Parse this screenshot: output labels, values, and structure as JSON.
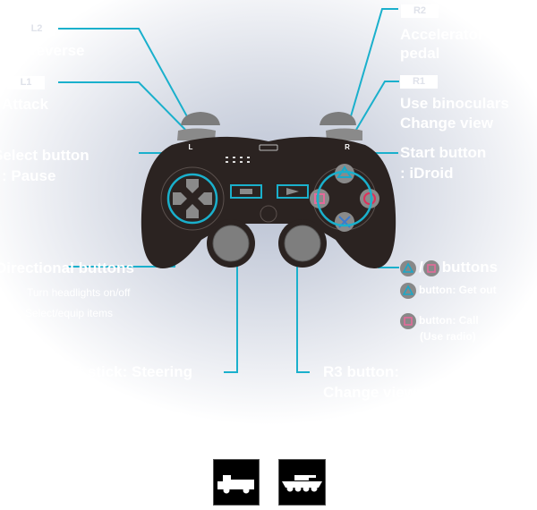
{
  "left": {
    "l2": {
      "label": "L2",
      "action": "Brake/reverse"
    },
    "l1": {
      "label": "L1",
      "action": "Attack"
    },
    "select": {
      "title": "Select button",
      "action": ": Pause"
    },
    "dpad": {
      "title": "Directional buttons",
      "items": [
        "Turn headlights on/off",
        "Select/equip items"
      ]
    },
    "lstick": {
      "action": "Left stick: Steering"
    }
  },
  "right": {
    "r2": {
      "label": "R2",
      "action_line1": "Accelerator",
      "action_line2": "pedal"
    },
    "r1": {
      "label": "R1",
      "action_line1": "Use binoculars",
      "action_line2": "Change view"
    },
    "start": {
      "title": "Start button",
      "action": ": iDroid"
    },
    "face": {
      "separator": "/",
      "title": "buttons",
      "triangle": "button: Get out",
      "square_line1": "button: Call",
      "square_line2": "(Use radio)"
    },
    "r3": {
      "title": "R3 button:",
      "action": "Change viewpoint"
    }
  },
  "controller": {
    "l_label": "L",
    "r_label": "R"
  },
  "colors": {
    "accent": "#1ab0cc",
    "body": "#2b2321",
    "button": "#8a8a8a",
    "triangle": "#1aa8c8",
    "square": "#e46a9a",
    "circle": "#e0305a",
    "cross": "#3a7ad0"
  },
  "vehicles": [
    "truck-icon",
    "armored-vehicle-icon"
  ]
}
